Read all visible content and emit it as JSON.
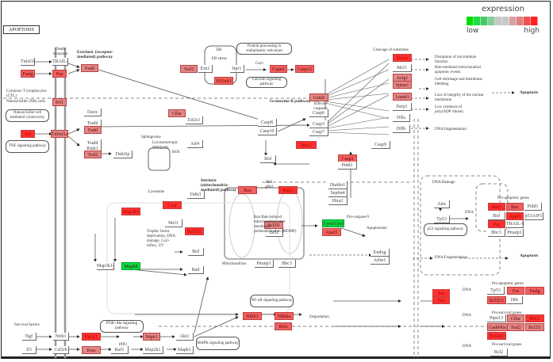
{
  "title": "APOPTOSIS",
  "legend": {
    "title": "expression",
    "low_label": "low",
    "high_label": "high",
    "colors": [
      "#00e000",
      "#22dd44",
      "#44cc66",
      "#88cc99",
      "#c8c8c8",
      "#c8c8c8",
      "#d8a0a0",
      "#e08080",
      "#f05050",
      "#ff2020"
    ]
  },
  "colors": {
    "high": "#ff3030",
    "medium_high": "#f06060",
    "medium": "#e08888",
    "low": "#00dd44",
    "none": "#ffffff"
  },
  "nodes": [
    {
      "id": "tnfsf10",
      "label": "Tnfsf10",
      "level": "none"
    },
    {
      "id": "fasl",
      "label": "Faslg",
      "level": "medium_high"
    },
    {
      "id": "trail-r",
      "label": "TRAIL-R",
      "level": "none"
    },
    {
      "id": "fas",
      "label": "Fas",
      "level": "medium_high"
    },
    {
      "id": "fadd1",
      "label": "Fadd",
      "level": "medium"
    },
    {
      "id": "prf1",
      "label": "Prf1",
      "level": "medium"
    },
    {
      "id": "tnf",
      "label": "Tnf",
      "level": "high"
    },
    {
      "id": "tnfrsf1a",
      "label": "Tnfrsf1a",
      "level": "medium"
    },
    {
      "id": "daxx",
      "label": "Daxx",
      "level": "none"
    },
    {
      "id": "tradd1",
      "label": "Tradd",
      "level": "none"
    },
    {
      "id": "fadd2",
      "label": "Fadd",
      "level": "medium"
    },
    {
      "id": "tradd2",
      "label": "Tradd",
      "level": "none"
    },
    {
      "id": "ripk1",
      "label": "Ripk1",
      "level": "none"
    },
    {
      "id": "traf2a",
      "label": "Traf2",
      "level": "medium"
    },
    {
      "id": "dab2ip",
      "label": "Dab2ip",
      "level": "none"
    },
    {
      "id": "traf2b",
      "label": "Traf2",
      "level": "medium"
    },
    {
      "id": "ern1",
      "label": "Ern1",
      "level": "none"
    },
    {
      "id": "itpr1",
      "label": "Itpr1",
      "level": "none"
    },
    {
      "id": "capn1",
      "label": "Capn1",
      "level": "medium_high"
    },
    {
      "id": "casp12",
      "label": "Casp12",
      "level": "medium_high"
    },
    {
      "id": "eif2ak3",
      "label": "Eif2ak3",
      "level": "medium_high"
    },
    {
      "id": "cflar",
      "label": "Cflar",
      "level": "medium"
    },
    {
      "id": "eif2s1",
      "label": "Eif2s1",
      "level": "none"
    },
    {
      "id": "atf4",
      "label": "Atf4",
      "level": "none"
    },
    {
      "id": "ddit3",
      "label": "Ddit3",
      "level": "none"
    },
    {
      "id": "casp8",
      "label": "Casp8",
      "level": "none"
    },
    {
      "id": "casp10",
      "label": "Casp10",
      "level": "none"
    },
    {
      "id": "gzmb",
      "label": "Gzmb",
      "level": "medium"
    },
    {
      "id": "casp6",
      "label": "Casp6",
      "level": "none"
    },
    {
      "id": "casp3",
      "label": "Casp3",
      "level": "none"
    },
    {
      "id": "casp7",
      "label": "Casp7",
      "level": "none"
    },
    {
      "id": "birc2",
      "label": "Birc2",
      "level": "high"
    },
    {
      "id": "casp9",
      "label": "Casp9",
      "level": "none"
    },
    {
      "id": "casp2",
      "label": "Casp2",
      "level": "medium_high"
    },
    {
      "id": "pidd1",
      "label": "Pidd1",
      "level": "none"
    },
    {
      "id": "bid",
      "label": "Bid",
      "level": "none"
    },
    {
      "id": "tuba1",
      "label": "Tuba1",
      "level": "high"
    },
    {
      "id": "mcl1a",
      "label": "Mcl1",
      "level": "none"
    },
    {
      "id": "actg1",
      "label": "Actg1",
      "level": "medium"
    },
    {
      "id": "sptan1",
      "label": "Sptan1",
      "level": "medium"
    },
    {
      "id": "lmnb1",
      "label": "Lmnb1",
      "level": "medium"
    },
    {
      "id": "parp1",
      "label": "Parp1",
      "level": "none"
    },
    {
      "id": "dffa",
      "label": "Dffa",
      "level": "none"
    },
    {
      "id": "dffb",
      "label": "Dffb",
      "level": "none"
    },
    {
      "id": "ctsd",
      "label": "Ctsd",
      "level": "high"
    },
    {
      "id": "map3k5",
      "label": "Map3k5",
      "level": "high"
    },
    {
      "id": "mcl1b",
      "label": "Mcl1",
      "level": "none"
    },
    {
      "id": "bcl2l11",
      "label": "Bcl2l11",
      "level": "high"
    },
    {
      "id": "bax",
      "label": "Bax",
      "level": "medium_high"
    },
    {
      "id": "bak1",
      "label": "Bak1",
      "level": "high"
    },
    {
      "id": "bcl2l1",
      "label": "Bcl2l1",
      "level": "medium"
    },
    {
      "id": "bcl2",
      "label": "Bcl2",
      "level": "none"
    },
    {
      "id": "diablo",
      "label": "Diablo1",
      "level": "none"
    },
    {
      "id": "septin4",
      "label": "Septin4",
      "level": "none"
    },
    {
      "id": "htra2",
      "label": "Htra2",
      "level": "none"
    },
    {
      "id": "cycs",
      "label": "Cycs/Cyct",
      "level": "low"
    },
    {
      "id": "apaf1a",
      "label": "Apaf1",
      "level": "medium_high"
    },
    {
      "id": "map3k14",
      "label": "Map3k14",
      "level": "none"
    },
    {
      "id": "mapk8",
      "label": "Mapk8",
      "level": "low"
    },
    {
      "id": "bid2",
      "label": "Bid",
      "level": "none"
    },
    {
      "id": "bad",
      "label": "Bad",
      "level": "none"
    },
    {
      "id": "endog",
      "label": "Endog",
      "level": "none"
    },
    {
      "id": "aifm1",
      "label": "Aifm1",
      "level": "none"
    },
    {
      "id": "pmaip1a",
      "label": "Pmaip1",
      "level": "none"
    },
    {
      "id": "bbc3a",
      "label": "Bbc3",
      "level": "none"
    },
    {
      "id": "atm",
      "label": "Atm",
      "level": "none"
    },
    {
      "id": "tp53a",
      "label": "Tp53",
      "level": "none"
    },
    {
      "id": "bak1b",
      "label": "Bak1",
      "level": "high"
    },
    {
      "id": "bax2",
      "label": "Bax",
      "level": "medium_high"
    },
    {
      "id": "pidd1b",
      "label": "Pidd1",
      "level": "none"
    },
    {
      "id": "bid3",
      "label": "Bid",
      "level": "none"
    },
    {
      "id": "apaf1b",
      "label": "Apaf1",
      "level": "high"
    },
    {
      "id": "p53aip1",
      "label": "p53AIP1",
      "level": "none"
    },
    {
      "id": "fas2",
      "label": "Fas",
      "level": "high"
    },
    {
      "id": "tnfrsf10b",
      "label": "TRAIL-R",
      "level": "none"
    },
    {
      "id": "bbc3b",
      "label": "Bbc3",
      "level": "none"
    },
    {
      "id": "pmaip1b",
      "label": "Pmaip1",
      "level": "none"
    },
    {
      "id": "jun",
      "label": "Jun",
      "level": "high"
    },
    {
      "id": "fos",
      "label": "Fos",
      "level": "high"
    },
    {
      "id": "tp53b",
      "label": "Tp53",
      "level": "none"
    },
    {
      "id": "fas3",
      "label": "Fas",
      "level": "medium_high"
    },
    {
      "id": "faslg2",
      "label": "Faslg",
      "level": "medium_high"
    },
    {
      "id": "bcl2l11b",
      "label": "Bcl2l11",
      "level": "medium_high"
    },
    {
      "id": "hrk",
      "label": "Hrk",
      "level": "none"
    },
    {
      "id": "nfkb1",
      "label": "Nfkb1",
      "level": "medium_high"
    },
    {
      "id": "nfkbia",
      "label": "Nfkbia",
      "level": "medium_high"
    },
    {
      "id": "rela",
      "label": "Rela",
      "level": "medium_high"
    },
    {
      "id": "ptpn13",
      "label": "Ptpn13",
      "level": "none"
    },
    {
      "id": "cflar2",
      "label": "Cflar",
      "level": "medium"
    },
    {
      "id": "birc2b",
      "label": "Birc2",
      "level": "high"
    },
    {
      "id": "gadd45a",
      "label": "Gadd45a",
      "level": "medium"
    },
    {
      "id": "traf2c",
      "label": "Traf2",
      "level": "medium"
    },
    {
      "id": "bcl2l1b",
      "label": "Bcl2l1",
      "level": "medium"
    },
    {
      "id": "bcl2a1",
      "label": "Bcl2a1",
      "level": "high"
    },
    {
      "id": "bcl2b",
      "label": "Bcl2",
      "level": "none"
    },
    {
      "id": "ngf",
      "label": "Ngf",
      "level": "none"
    },
    {
      "id": "ntrk1",
      "label": "Ntrk1",
      "level": "none"
    },
    {
      "id": "pik3r",
      "label": "Pik3r1",
      "level": "high"
    },
    {
      "id": "pdpk1",
      "label": "Pdpk1",
      "level": "medium"
    },
    {
      "id": "akt1",
      "label": "Akt1",
      "level": "none"
    },
    {
      "id": "il3",
      "label": "Il3",
      "level": "none"
    },
    {
      "id": "csf2rb",
      "label": "Csf2rb",
      "level": "none"
    },
    {
      "id": "kras",
      "label": "Kras",
      "level": "medium"
    },
    {
      "id": "raf1",
      "label": "Raf1",
      "level": "none"
    },
    {
      "id": "map2k1",
      "label": "Map2k1",
      "level": "none"
    },
    {
      "id": "mapk1",
      "label": "Mapk1",
      "level": "none"
    }
  ],
  "labels": {
    "death_receptors": "Death receptors",
    "extrinsic": "Extrinsic (receptor-mediated) pathway",
    "protein_processing": "Protein processing in endoplasmic reticulum",
    "er": "ER",
    "er_stress": "ER stress",
    "ca": "Ca2+",
    "calcium": "Calcium signaling pathway",
    "cleavage": "Cleavage of substrates",
    "disruption": "Disruption of microtubule function",
    "bim_mediated": "Bim-mediated mitochondrial apoptotic events",
    "cell_shrinkage": "Cell shrinkage and membrane blebbing",
    "loss_integrity": "Loss of integrity of the nuclear membrane",
    "low_synthesis": "Low synthesis of poly(ADP ribose)",
    "dna_frag": "DNA fragmentation",
    "apoptosis": "Apoptosis",
    "ctl": "Cytotoxic T lymphocytes (CTL)",
    "nk": "Natural killer (NK) cells",
    "nk_cyto": "Natural killer cell mediated cytotoxicity",
    "tnf_pathway": "TNF signaling pathway",
    "granzyme": "Granzyme B pathway",
    "effector": "Effector caspases",
    "sphingosine": "Sphingosine",
    "lysosomotropic": "Lysosomotropic detergents",
    "ros": "ROS",
    "lysosome": "Lysosome",
    "intrinsic": "Intrinsic (mitochondria-mediated) pathway",
    "tbid": "tBid gBid",
    "momp": "Bax/Bak-induced mitochondrial outer membrane permeabilization (MOMP)",
    "mitochondrion": "Mitochondrion",
    "trophic": "Trophic factor deprivation, DNA damage, Ca2+ influx, UV",
    "pro_casp9": "Pro-caspase-9",
    "apoptosome": "Apoptosome",
    "dna_damage": "DNA Damage",
    "p53_pathway": "p53 signaling pathway",
    "dna": "DNA",
    "pro_apoptotic": "Pro-apoptotic genes",
    "pro_survival": "Pro-survival genes",
    "dna_fragmentation2": "DNA Fragmentation",
    "apoptosis2": "Apoptosis",
    "nfkb_pathway": "NF-κB signaling pathway",
    "degradation": "Degradation",
    "survival_factors": "Survival factors",
    "pi3k_pathway": "PI3K-Akt signaling pathway",
    "pip3": "PIP3",
    "mapk_pathway": "MAPK signaling pathway",
    "p": "+p"
  }
}
